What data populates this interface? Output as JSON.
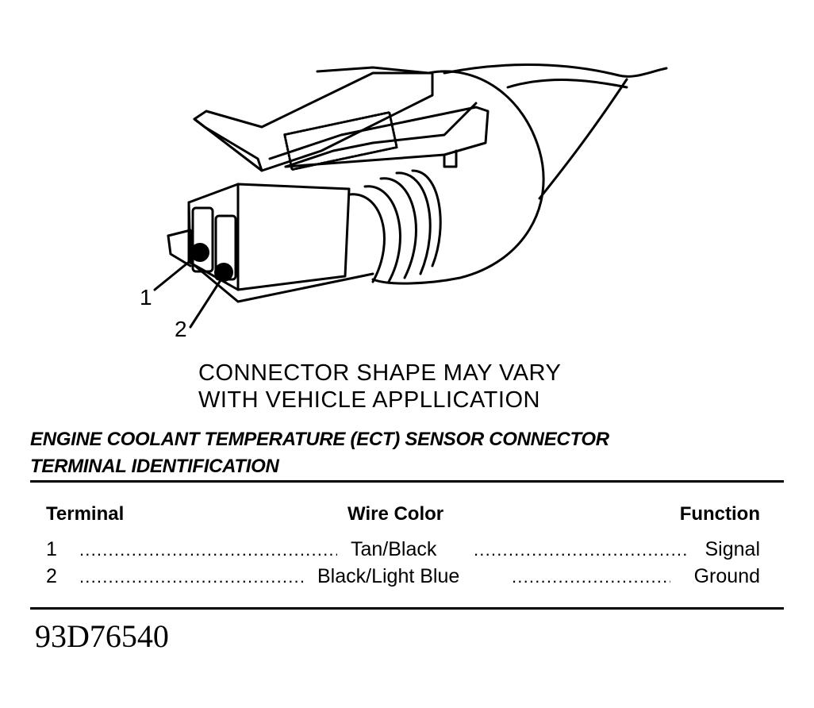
{
  "diagram": {
    "callouts": [
      "1",
      "2"
    ],
    "note_lines": [
      "CONNECTOR SHAPE MAY VARY",
      "WITH VEHICLE APPLLICATION"
    ]
  },
  "table": {
    "title_lines": [
      "ENGINE COOLANT TEMPERATURE (ECT) SENSOR CONNECTOR",
      "TERMINAL IDENTIFICATION"
    ],
    "headers": {
      "terminal": "Terminal",
      "wire_color": "Wire Color",
      "function": "Function"
    },
    "rows": [
      {
        "terminal": "1",
        "wire_color": "Tan/Black",
        "function": "Signal"
      },
      {
        "terminal": "2",
        "wire_color": "Black/Light Blue",
        "function": "Ground"
      }
    ]
  },
  "figure_id": "93D76540"
}
